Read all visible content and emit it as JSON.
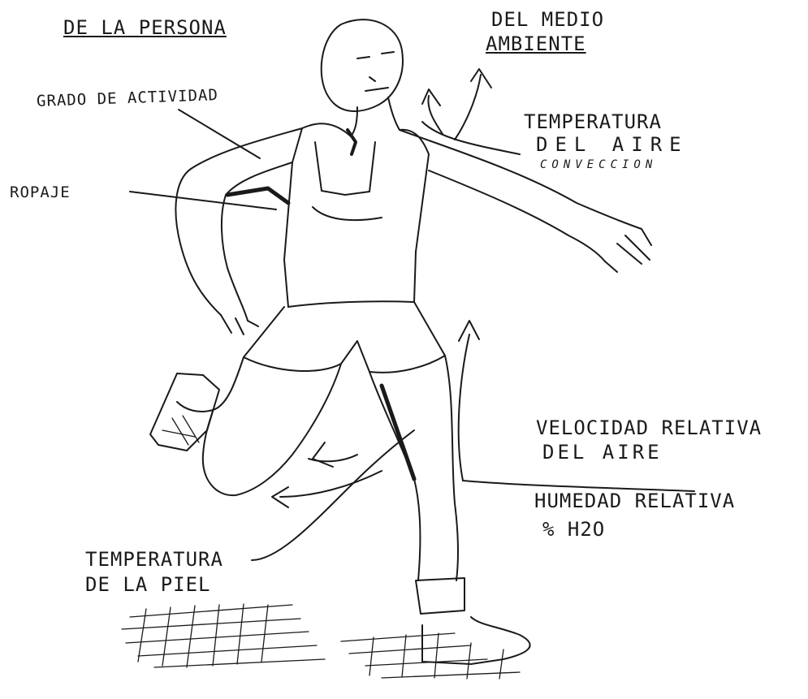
{
  "header_person": "DE LA PERSONA",
  "header_environment_line1": "DEL MEDIO",
  "header_environment_line2": "AMBIENTE",
  "label_activity": "GRADO DE ACTIVIDAD",
  "label_clothing": "ROPAJE",
  "label_air_temp_line1": "TEMPERATURA",
  "label_air_temp_line2": "DEL AIRE",
  "label_convection": "CONVECCION",
  "label_air_velocity_line1": "VELOCIDAD RELATIVA",
  "label_air_velocity_line2": "DEL AIRE",
  "label_humidity_line1": "HUMEDAD RELATIVA",
  "label_humidity_line2": "% H2O",
  "label_skin_temp_line1": "TEMPERATURA",
  "label_skin_temp_line2": "DE LA PIEL"
}
